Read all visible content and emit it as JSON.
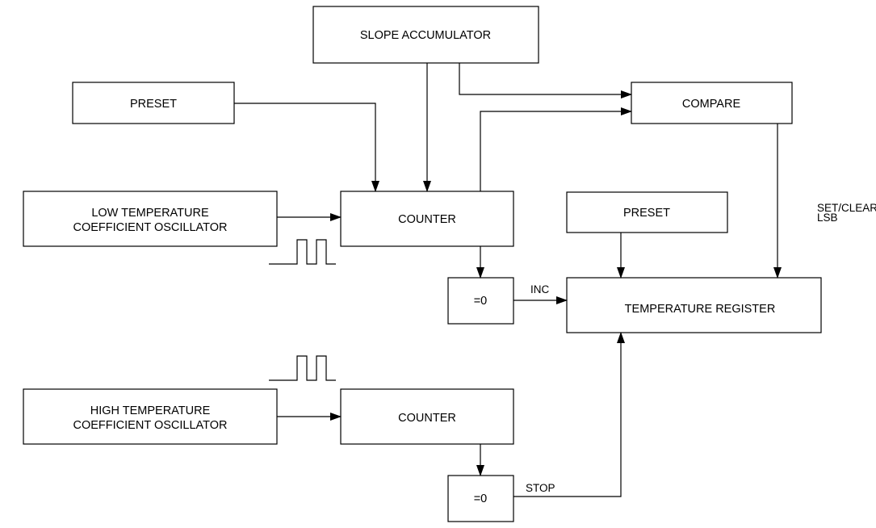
{
  "blocks": {
    "slope_accumulator": "SLOPE ACCUMULATOR",
    "preset_top": "PRESET",
    "compare": "COMPARE",
    "low_osc_line1": "LOW TEMPERATURE",
    "low_osc_line2": "COEFFICIENT OSCILLATOR",
    "counter_top": "COUNTER",
    "preset_right": "PRESET",
    "zero_top": "=0",
    "temperature_register": "TEMPERATURE REGISTER",
    "high_osc_line1": "HIGH TEMPERATURE",
    "high_osc_line2": "COEFFICIENT OSCILLATOR",
    "counter_bottom": "COUNTER",
    "zero_bottom": "=0"
  },
  "signals": {
    "set_clear_line1": "SET/CLEAR",
    "set_clear_line2": "LSB",
    "inc": "INC",
    "stop": "STOP"
  },
  "colors": {
    "line": "#000000",
    "background": "#ffffff"
  }
}
